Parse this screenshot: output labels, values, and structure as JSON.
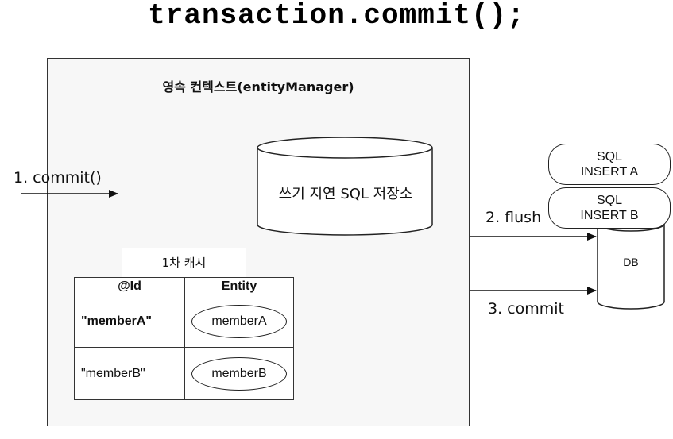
{
  "title": "transaction.commit();",
  "persistence_context": {
    "label": "영속 컨텍스트(entityManager)",
    "sql_store_label": "쓰기 지연 SQL 저장소",
    "cache": {
      "tab_label": "1차 캐시",
      "columns": [
        "@Id",
        "Entity"
      ],
      "rows": [
        {
          "id": "\"memberA\"",
          "entity": "memberA"
        },
        {
          "id": "\"memberB\"",
          "entity": "memberB"
        }
      ]
    }
  },
  "steps": {
    "commit_in": "1. commit()",
    "flush": "2. flush",
    "commit": "3. commit"
  },
  "sql_statements": [
    {
      "line1": "SQL",
      "line2": "INSERT A"
    },
    {
      "line1": "SQL",
      "line2": "INSERT B"
    }
  ],
  "db_label": "DB"
}
